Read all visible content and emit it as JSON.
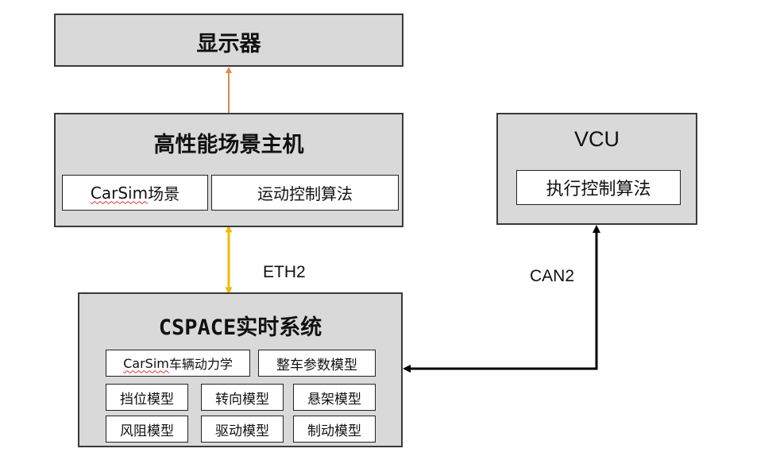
{
  "display": {
    "title": "显示器"
  },
  "host": {
    "title": "高性能场景主机",
    "carsim_prefix": "CarSim",
    "carsim_suffix": "场景",
    "motion_control": "运动控制算法"
  },
  "vcu": {
    "title": "VCU",
    "exec_control": "执行控制算法"
  },
  "rt": {
    "title": "CSPACE实时系统",
    "carsim_prefix": "CarSim",
    "carsim_suffix": "车辆动力学",
    "vehicle_model": "整车参数模型",
    "gear_model": "挡位模型",
    "steer_model": "转向模型",
    "susp_model": "悬架模型",
    "wind_model": "风阻模型",
    "drive_model": "驱动模型",
    "brake_model": "制动模型"
  },
  "links": {
    "eth": "ETH2",
    "can": "CAN2"
  },
  "colors": {
    "up_arrow": "#e8874a",
    "eth_arrow": "#f5b800",
    "can_arrow": "#000000",
    "block_fill": "#d9d9d9"
  }
}
